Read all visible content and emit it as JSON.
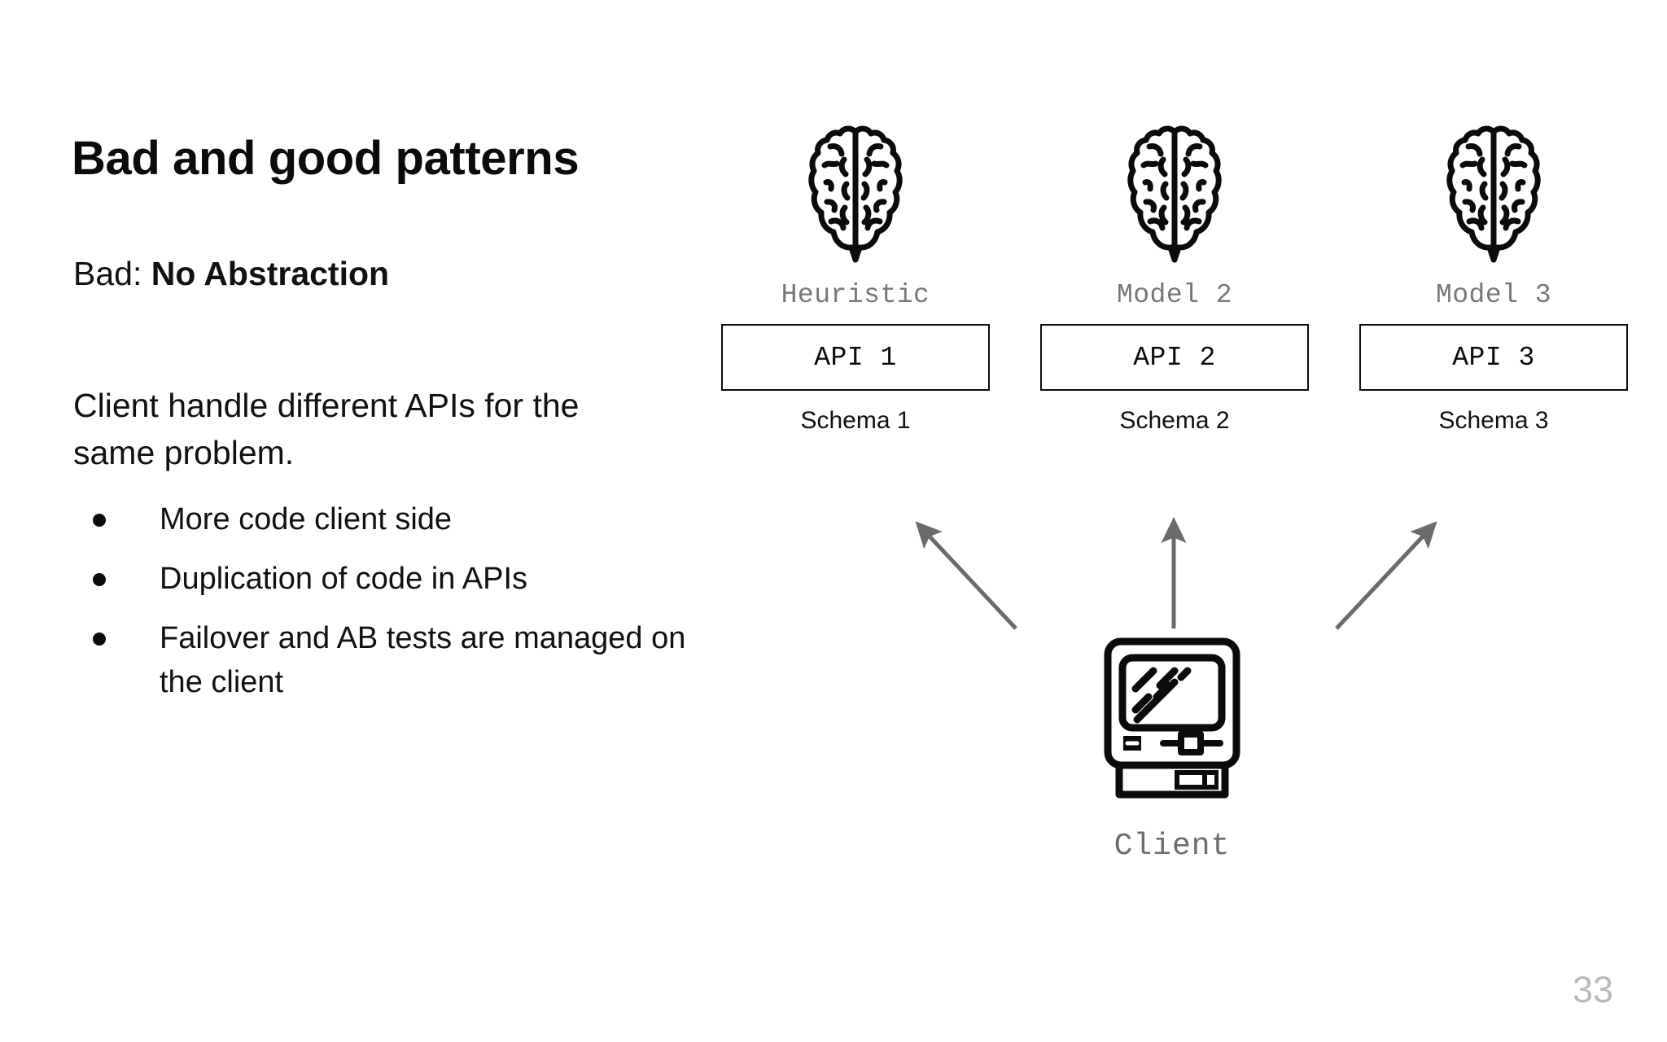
{
  "slide": {
    "title": "Bad and good patterns",
    "page_number": "33",
    "background_color": "#ffffff"
  },
  "content": {
    "subhead_prefix": "Bad: ",
    "subhead_strong": "No Abstraction",
    "lead_paragraph": "Client handle different APIs for the same problem.",
    "bullets": [
      "More code client side",
      "Duplication of code in APIs",
      "Failover and AB tests are managed on the client"
    ]
  },
  "diagram": {
    "type": "architecture-flow",
    "accent_gray": "#6b6b6b",
    "label_gray": "#777777",
    "columns": [
      {
        "icon": "brain-icon",
        "node_label": "Heuristic",
        "api_label": "API 1",
        "schema_label": "Schema 1"
      },
      {
        "icon": "brain-icon",
        "node_label": "Model 2",
        "api_label": "API 2",
        "schema_label": "Schema 2"
      },
      {
        "icon": "brain-icon",
        "node_label": "Model 3",
        "api_label": "API 3",
        "schema_label": "Schema 3"
      }
    ],
    "client": {
      "icon": "desktop-computer-icon",
      "label": "Client"
    },
    "arrows": [
      {
        "name": "arrow-client-to-api-1",
        "direction": "up-left"
      },
      {
        "name": "arrow-client-to-api-2",
        "direction": "up"
      },
      {
        "name": "arrow-client-to-api-3",
        "direction": "up-right"
      }
    ]
  }
}
